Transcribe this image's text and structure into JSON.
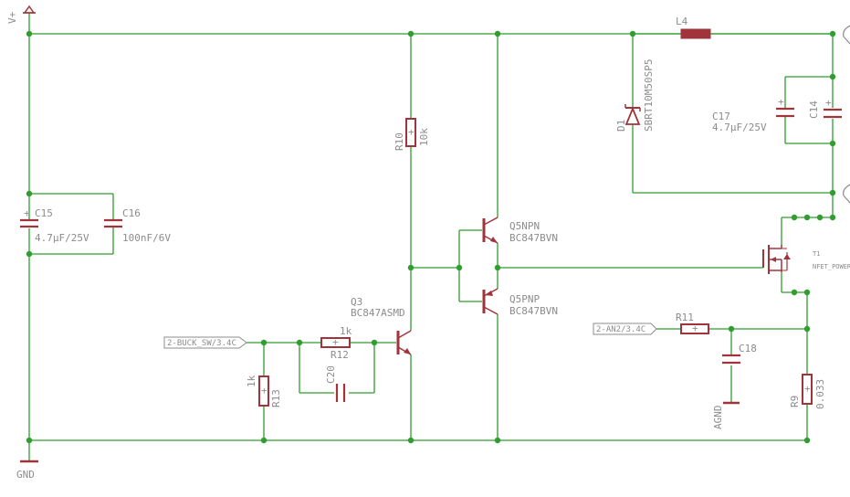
{
  "colors": {
    "wire": "#2f9e2f",
    "part": "#a0343a",
    "text": "#8c8c8c",
    "background": "#ffffff"
  },
  "supply": {
    "vplus": "V+",
    "gnd": "GND",
    "agnd": "AGND"
  },
  "ports": {
    "buck_sw": "2-BUCK_SW/3.4C",
    "an2": "2-AN2/3.4C"
  },
  "parts": {
    "c15": {
      "name": "C15",
      "value": "4.7µF/25V"
    },
    "c16": {
      "name": "C16",
      "value": "100nF/6V"
    },
    "r10": {
      "name": "R10",
      "value": "10k"
    },
    "q3": {
      "name": "Q3",
      "value": "BC847ASMD"
    },
    "r12": {
      "name": "R12",
      "value": "1k"
    },
    "c20": {
      "name": "C20"
    },
    "r13": {
      "name": "R13",
      "value": "1k"
    },
    "q5npn": {
      "name": "Q5NPN",
      "value": "BC847BVN"
    },
    "q5pnp": {
      "name": "Q5PNP",
      "value": "BC847BVN"
    },
    "d1": {
      "name": "D1",
      "value": "SBRT10M50SP5"
    },
    "l4": {
      "name": "L4"
    },
    "c17": {
      "name": "C17",
      "value": "4.7µF/25V"
    },
    "c14": {
      "name": "C14"
    },
    "t1": {
      "name": "T1",
      "value": "NFET_POWER"
    },
    "r11": {
      "name": "R11"
    },
    "c18": {
      "name": "C18"
    },
    "r9": {
      "name": "R9",
      "value": "0.033"
    }
  }
}
